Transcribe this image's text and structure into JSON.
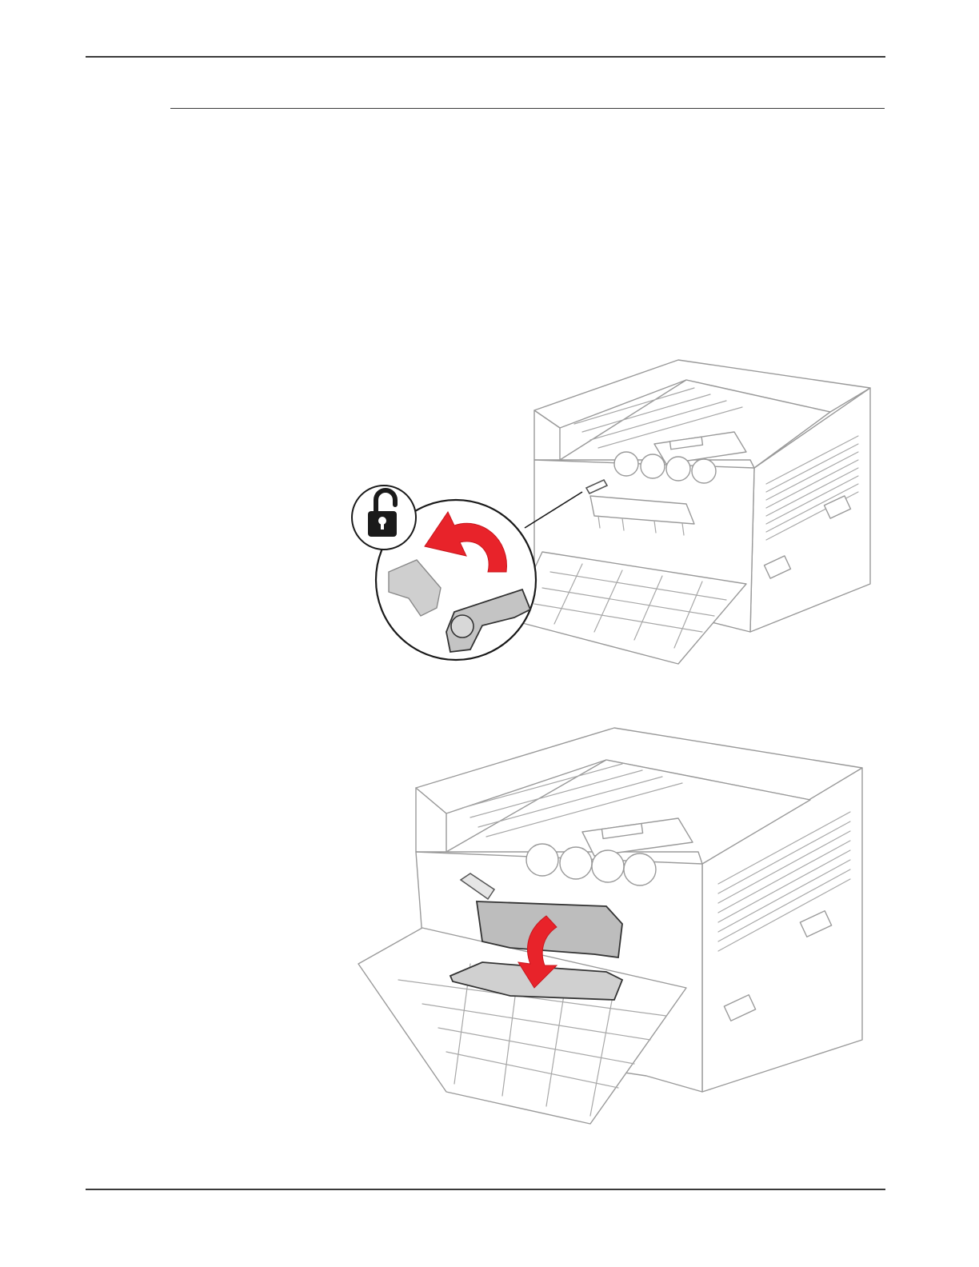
{
  "page": {
    "header_rule": true,
    "section_rule": true,
    "footer_rule": true
  },
  "figures": [
    {
      "id": "figure-unlock-lever",
      "subject": "printer-front-door-open",
      "callout": "unlock-lever-counterclockwise",
      "icons": [
        "unlocked-padlock-icon",
        "red-rotate-counterclockwise-arrow"
      ]
    },
    {
      "id": "figure-lower-cover",
      "subject": "printer-front-door-open",
      "callout": "cover-swing-down",
      "icons": [
        "red-down-arrow"
      ]
    }
  ],
  "colors": {
    "rule": "#3a3a3a",
    "outline": "#9a9a9a",
    "arrow_red": "#e8232a",
    "lock_black": "#1a1a1a",
    "part_gray": "#bdbdbd"
  }
}
